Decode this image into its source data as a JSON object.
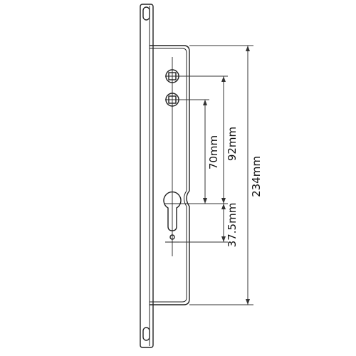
{
  "dimensions": {
    "d70": "70mm",
    "d92": "92mm",
    "d37": "37.5mm",
    "d234": "234mm"
  },
  "colors": {
    "stroke": "#222222",
    "dim_line": "#333333"
  }
}
